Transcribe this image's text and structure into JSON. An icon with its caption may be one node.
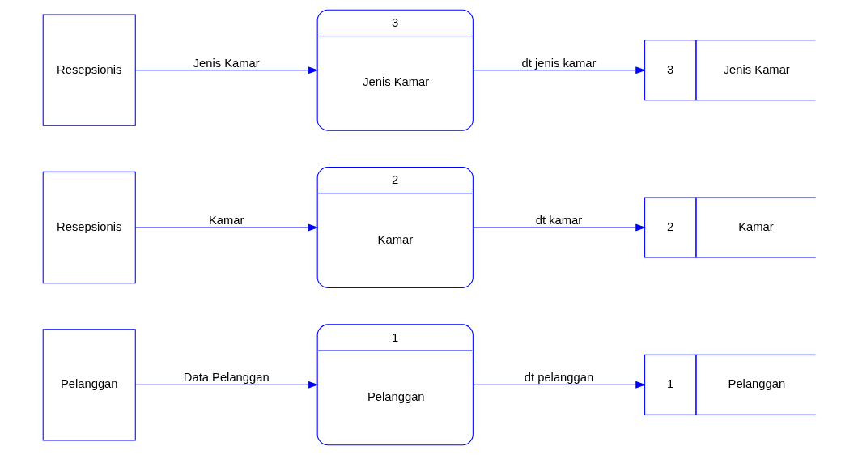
{
  "diagram": {
    "nodes": [
      {
        "text": [
          "Pelanggan"
        ]
      },
      {
        "text": [
          "1",
          "Pelanggan"
        ]
      },
      {
        "text": [
          "1",
          "Pelanggan"
        ]
      },
      {
        "text": [
          "Resepsionis"
        ]
      },
      {
        "text": [
          "2",
          "Kamar"
        ]
      },
      {
        "text": [
          "2",
          "Kamar"
        ]
      },
      {
        "text": [
          "Resepsionis"
        ]
      },
      {
        "text": [
          "3",
          "Jenis Kamar"
        ]
      },
      {
        "text": [
          "3",
          "Jenis Kamar"
        ]
      }
    ],
    "edges": [
      {
        "from": 0,
        "to": 1,
        "arrow": "to",
        "label": "Data Pelanggan"
      },
      {
        "from": 1,
        "to": 2,
        "arrow": "to",
        "label": "dt pelanggan"
      },
      {
        "from": 3,
        "to": 4,
        "arrow": "to",
        "label": "Kamar"
      },
      {
        "from": 4,
        "to": 5,
        "arrow": "to",
        "label": "dt kamar"
      },
      {
        "from": 6,
        "to": 7,
        "arrow": "to",
        "label": "Jenis Kamar"
      },
      {
        "from": 7,
        "to": 8,
        "arrow": "to",
        "label": "dt jenis kamar"
      }
    ]
  }
}
